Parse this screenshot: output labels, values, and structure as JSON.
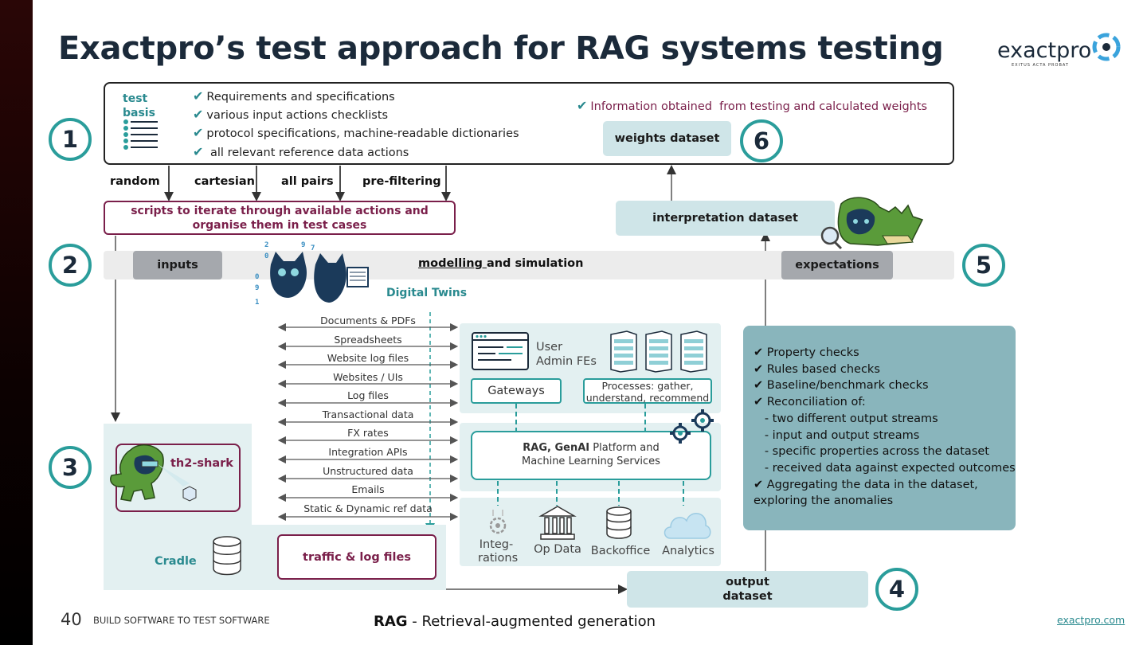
{
  "title": "Exactpro’s test approach for RAG systems testing",
  "logo": {
    "name": "exactpro",
    "tagline": "EXITUS ACTA PROBAT"
  },
  "steps": [
    "1",
    "2",
    "3",
    "4",
    "5",
    "6"
  ],
  "test_basis": {
    "label_line1": "test",
    "label_line2": "basis",
    "items": [
      "Requirements and specifications",
      "various input actions checklists",
      "protocol specifications, machine-readable dictionaries",
      " all relevant reference data actions"
    ],
    "information_line": "Information obtained  from testing and calculated weights",
    "weights_dataset": "weights dataset"
  },
  "strategies": [
    "random",
    "cartesian",
    "all pairs",
    "pre-filtering"
  ],
  "scripts_box": {
    "line1": "scripts to iterate through available actions and",
    "line2": "organise them in test cases"
  },
  "interpretation_dataset": "interpretation dataset",
  "modelling": {
    "inputs": "inputs",
    "underlined": "modelling ",
    "rest": "and simulation",
    "expectations": "expectations"
  },
  "digital_twins": "Digital Twins",
  "flows": [
    "Documents & PDFs",
    "Spreadsheets",
    "Website log files",
    "Websites / UIs",
    "Log files",
    "Transactional data",
    "FX rates",
    "Integration APIs",
    "Unstructured data",
    "Emails",
    "Static & Dynamic ref data"
  ],
  "system": {
    "user_admin_line1": "User",
    "user_admin_line2": "Admin FEs",
    "gateways": "Gateways",
    "processes_line1": "Processes: gather,",
    "processes_line2": "understand, recommend",
    "rag_bold": "RAG, GenAI",
    "rag_rest": " Platform and",
    "rag_line2": "Machine Learning Services",
    "services": {
      "integrations_line1": "Integ-",
      "integrations_line2": "rations",
      "op_data": "Op Data",
      "backoffice": "Backoffice",
      "analytics": "Analytics"
    }
  },
  "checks": [
    "✔ Property checks",
    "✔ Rules based checks",
    "✔ Baseline/benchmark checks",
    "✔ Reconciliation of:",
    "   - two different output streams",
    "   - input and output streams",
    "   - specific properties across the dataset",
    "   - received data against expected outcomes",
    "✔ Aggregating the data in the dataset,",
    "exploring the anomalies"
  ],
  "cradle": {
    "shark_label": "th2-shark",
    "cradle_label": "Cradle",
    "traffic": "traffic & log files"
  },
  "output_dataset": {
    "line1": "output",
    "line2": "dataset"
  },
  "footer": {
    "page_number": "40",
    "tagline": "BUILD SOFTWARE TO TEST SOFTWARE",
    "rag_bold": "RAG",
    "rag_rest": " - Retrieval-augmented generation",
    "site": "exactpro.com"
  },
  "colors": {
    "teal": "#2a9d9b",
    "maroon": "#7a1f4a",
    "light_teal": "#cfe5e8",
    "panel_teal": "#89b5bc"
  }
}
